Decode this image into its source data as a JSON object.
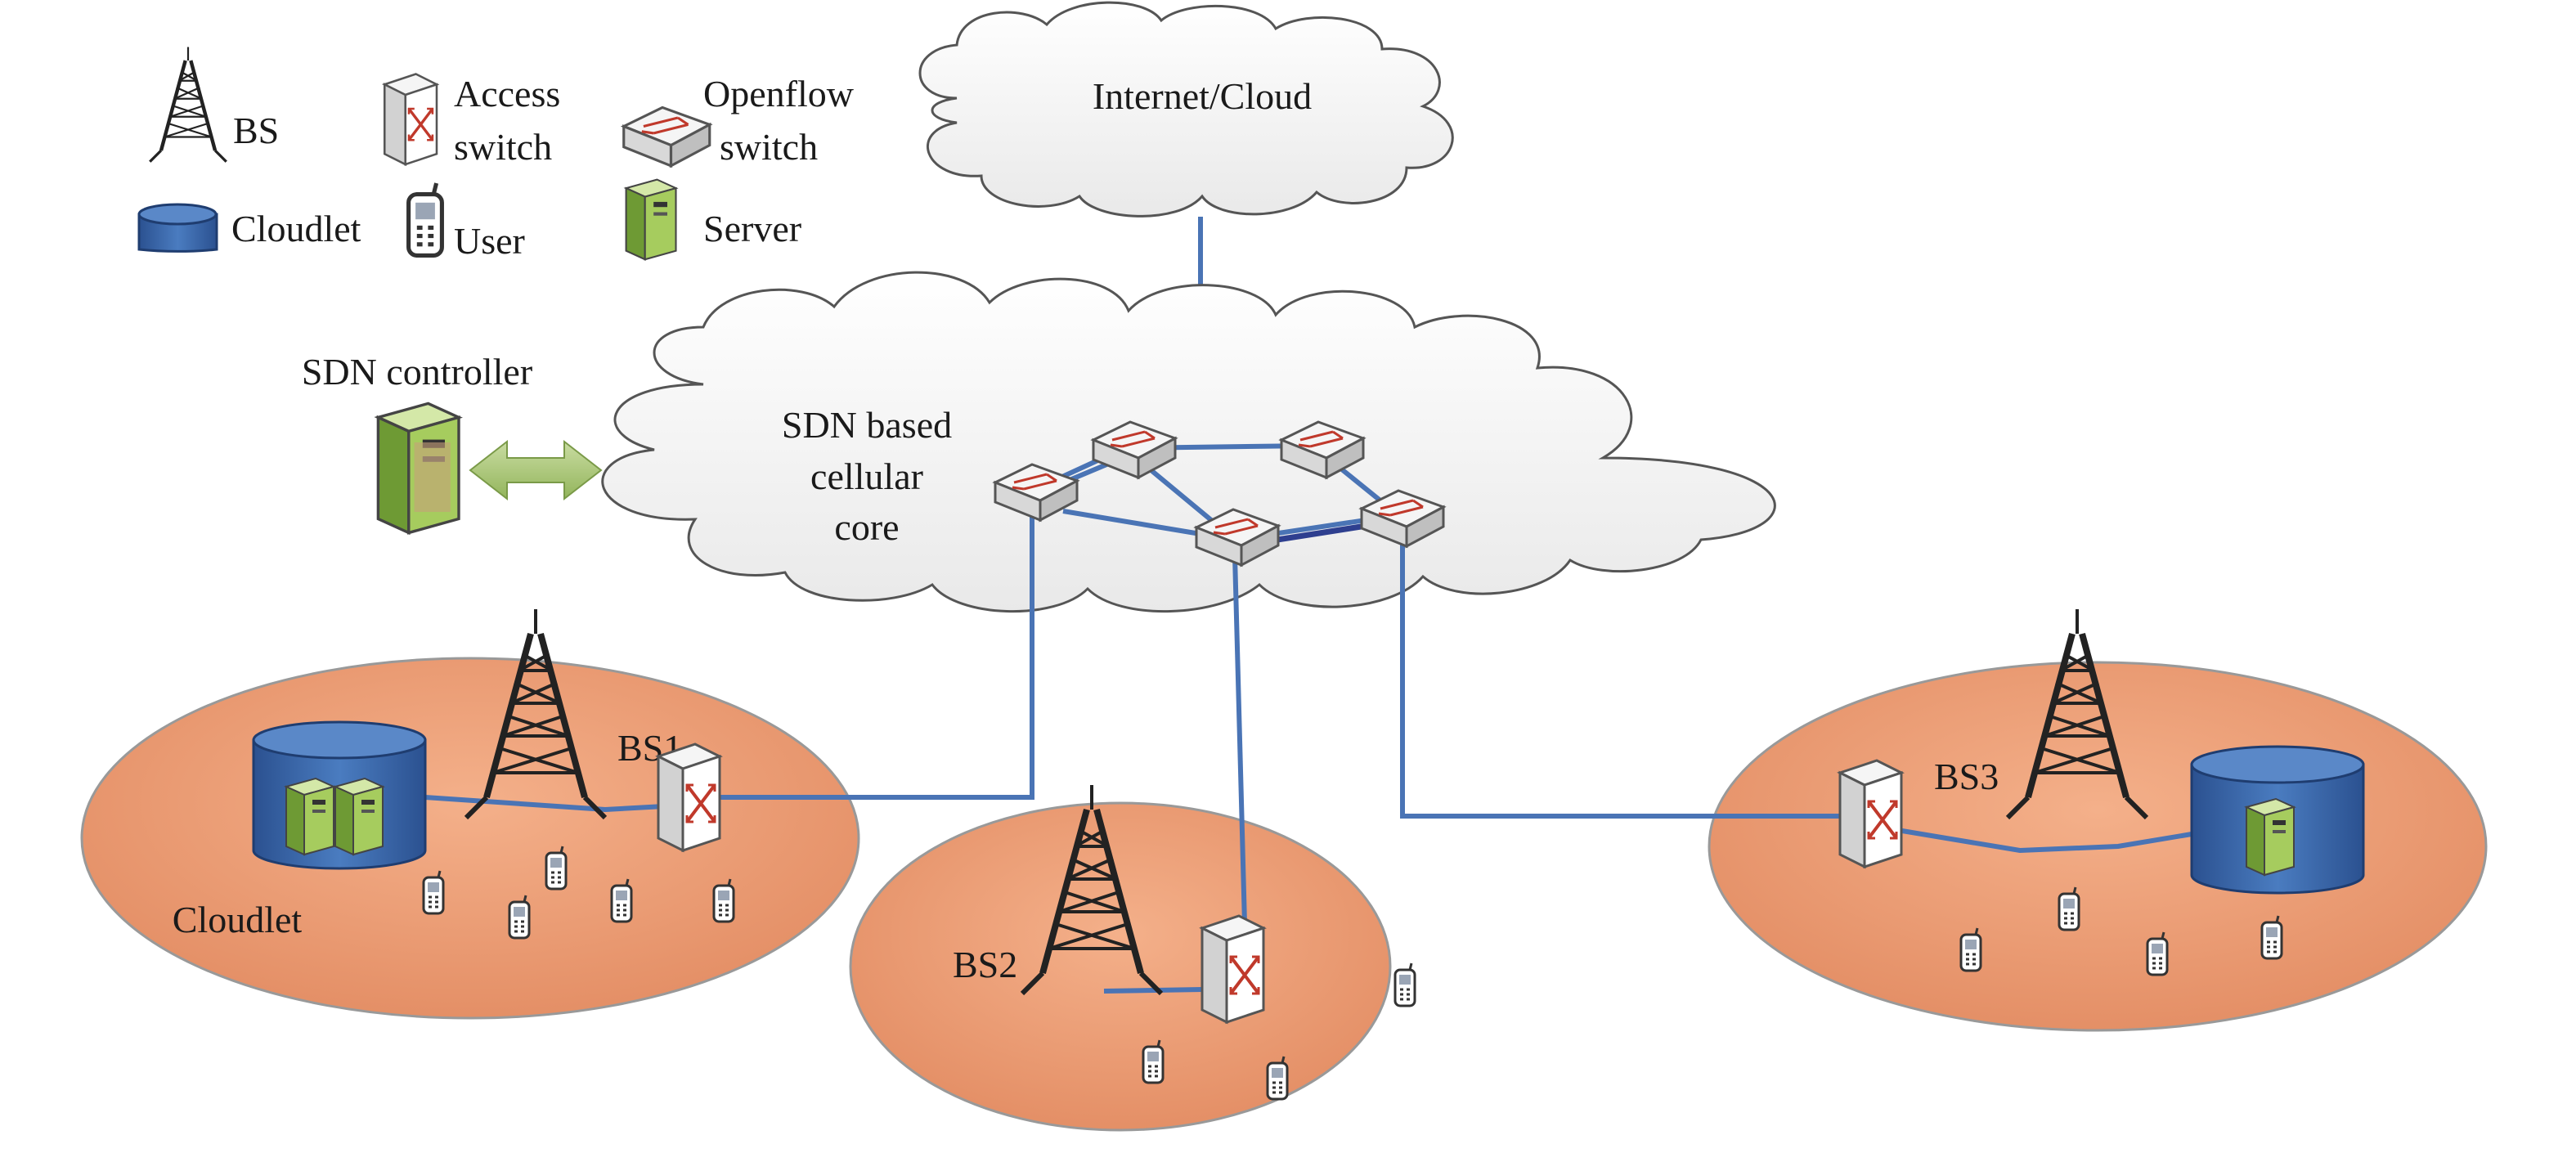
{
  "legend": {
    "bs": "BS",
    "access_switch_line1": "Access",
    "access_switch_line2": "switch",
    "openflow_switch_line1": "Openflow",
    "openflow_switch_line2": "switch",
    "cloudlet": "Cloudlet",
    "user": "User",
    "server": "Server"
  },
  "internet_cloud": {
    "label": "Internet/Cloud"
  },
  "sdn_controller": {
    "label": "SDN controller"
  },
  "core_cloud": {
    "line1": "SDN based",
    "line2": "cellular",
    "line3": "core"
  },
  "cells": {
    "bs1": {
      "label": "BS1",
      "cloudlet_label": "Cloudlet"
    },
    "bs2": {
      "label": "BS2"
    },
    "bs3": {
      "label": "BS3"
    }
  },
  "colors": {
    "cell_fill": "#e89a72",
    "link": "#4a74b5",
    "cloudlet_blue": "#3a68a8",
    "server_green": "#8fbc4c"
  }
}
